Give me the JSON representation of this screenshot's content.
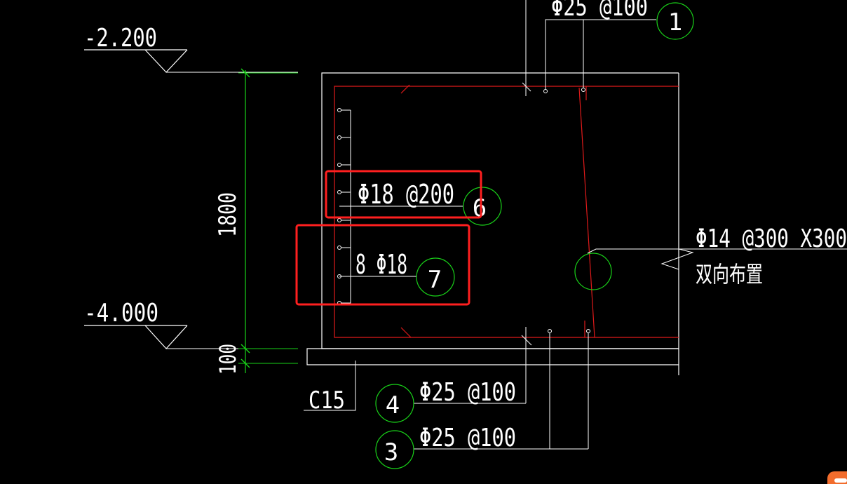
{
  "colors": {
    "background": "#000000",
    "line": "#ffffff",
    "rebar": "#e01a1a",
    "dimension": "#19d219",
    "callout_circle": "#19d219",
    "highlight": "#ff1f1f"
  },
  "elevations": {
    "top": "-2.200",
    "bottom": "-4.000"
  },
  "dimensions": {
    "height": "1800",
    "cushion": "100"
  },
  "cushion_label": "C15",
  "rebar_labels": {
    "top": "Φ25 @100",
    "side_distributed": "Φ18 @200",
    "side_count": "8 Φ18",
    "mesh_spec": "Φ14 @300 X300",
    "mesh_note": "双向布置",
    "bottom_a": "Φ25 @100",
    "bottom_b": "Φ25 @100"
  },
  "callouts": {
    "c1": "1",
    "c6": "6",
    "c7": "7",
    "c4": "4",
    "c3": "3",
    "c_mesh": ""
  }
}
